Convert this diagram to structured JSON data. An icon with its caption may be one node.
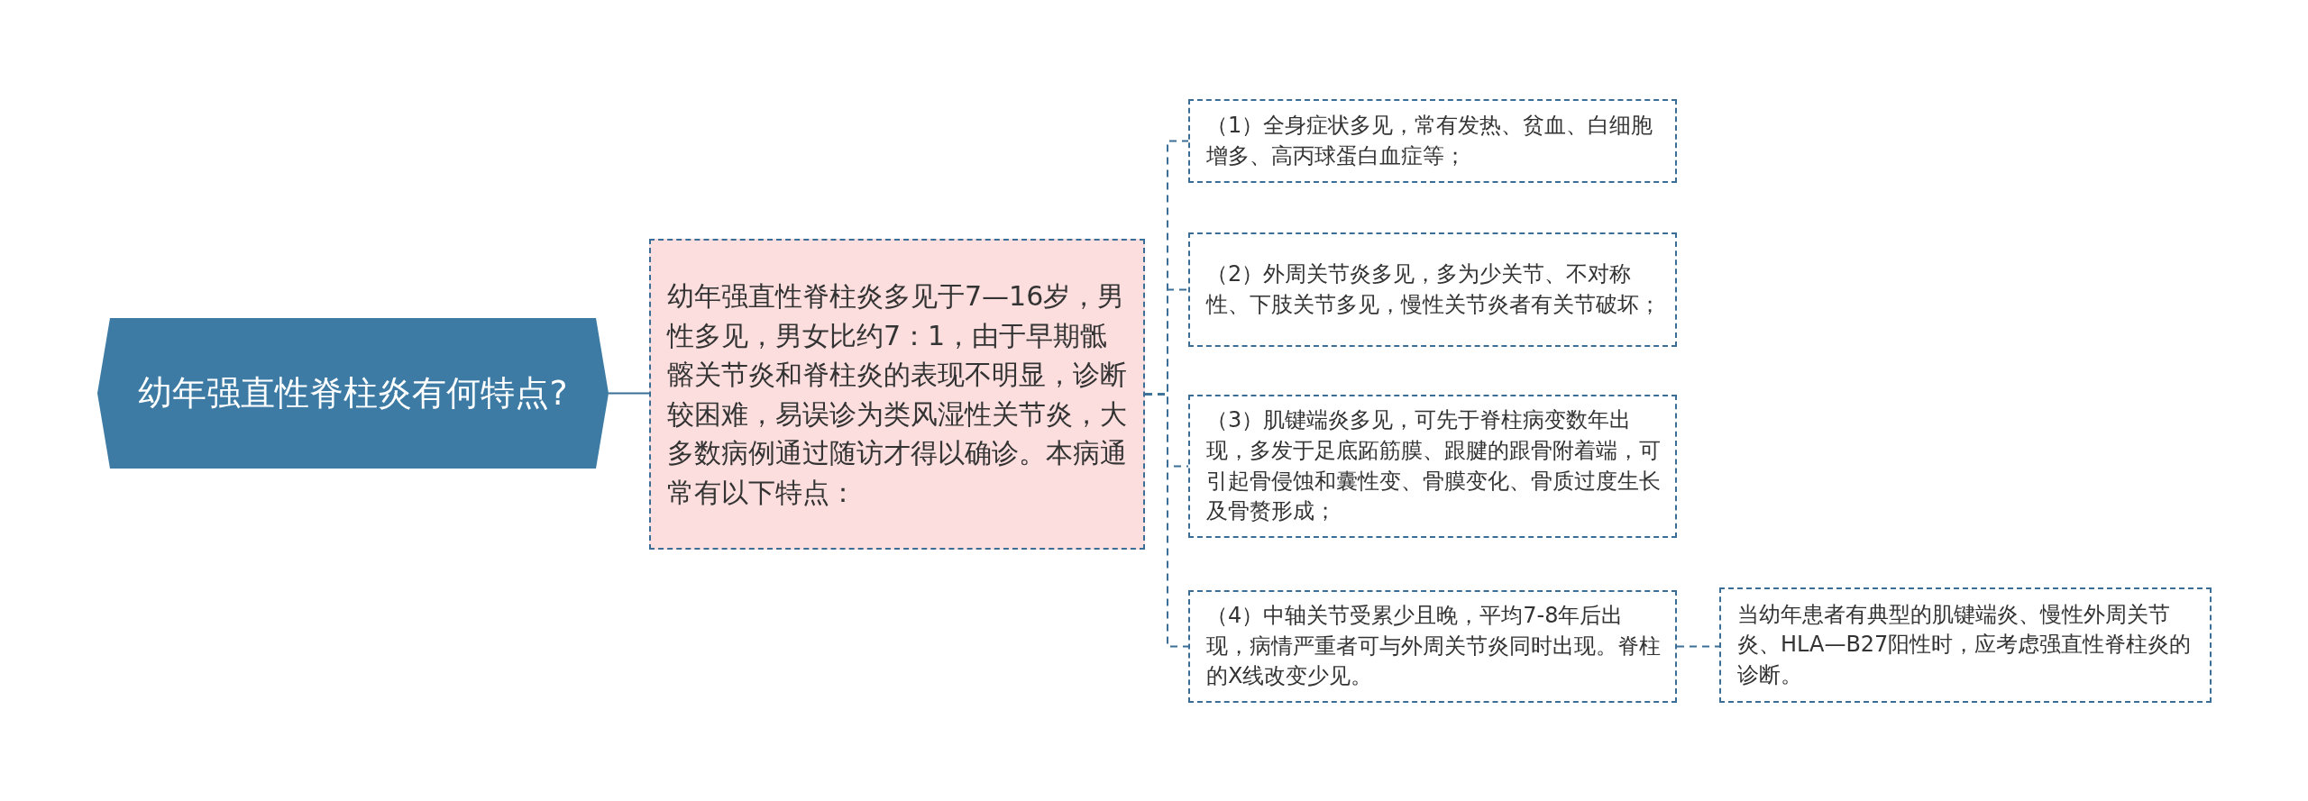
{
  "diagram": {
    "nodes": [
      {
        "text": [
          "幼年强直性脊柱炎有何特点?"
        ]
      },
      {
        "text": [
          "幼年强直性脊柱炎多见于7—16岁，男性多见，男女比约7：1，由于早期骶髂关节炎和脊柱炎的表现不明显，诊断较困难，易误诊为类风湿性关节炎，大多数病例通过随访才得以确诊。本病通常有以下特点："
        ]
      },
      {
        "text": [
          "（1）全身症状多见，常有发热、贫血、白细胞增多、高丙球蛋白血症等；"
        ]
      },
      {
        "text": [
          "（2）外周关节炎多见，多为少关节、不对称性、下肢关节多见，慢性关节炎者有关节破坏；"
        ]
      },
      {
        "text": [
          "（3）肌键端炎多见，可先于脊柱病变数年出现，多发于足底跖筋膜、跟腱的跟骨附着端，可引起骨侵蚀和囊性变、骨膜变化、骨质过度生长及骨赘形成；"
        ]
      },
      {
        "text": [
          "（4）中轴关节受累少且晚，平均7-8年后出现，病情严重者可与外周关节炎同时出现。脊柱的X线改变少见。"
        ]
      },
      {
        "text": [
          "当幼年患者有典型的肌键端炎、慢性外周关节炎、HLA—B27阳性时，应考虑强直性脊柱炎的诊断。"
        ]
      }
    ],
    "edges": [
      {
        "from": 0,
        "to": 1,
        "arrow": "none"
      },
      {
        "from": 1,
        "to": 2,
        "arrow": "none",
        "style": "dashed"
      },
      {
        "from": 1,
        "to": 3,
        "arrow": "none",
        "style": "dashed"
      },
      {
        "from": 1,
        "to": 4,
        "arrow": "none",
        "style": "dashed"
      },
      {
        "from": 1,
        "to": 5,
        "arrow": "none",
        "style": "dashed"
      },
      {
        "from": 5,
        "to": 6,
        "arrow": "none",
        "style": "dashed"
      }
    ]
  }
}
